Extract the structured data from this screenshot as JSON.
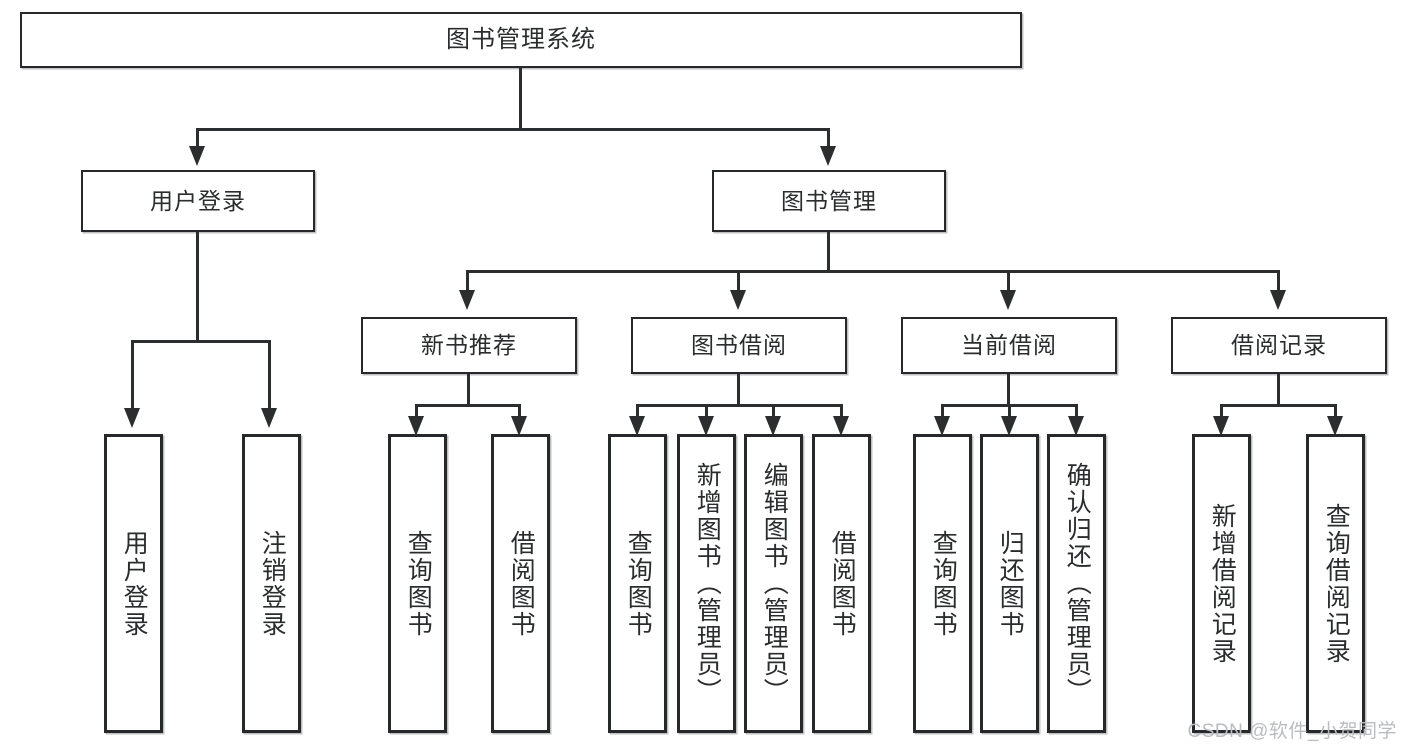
{
  "diagram": {
    "type": "tree",
    "title": "图书管理系统",
    "watermark": "CSDN @软件_小贺同学",
    "root": {
      "label": "图书管理系统"
    },
    "level2": [
      {
        "label": "用户登录"
      },
      {
        "label": "图书管理"
      }
    ],
    "level3": [
      {
        "label": "新书推荐"
      },
      {
        "label": "图书借阅"
      },
      {
        "label": "当前借阅"
      },
      {
        "label": "借阅记录"
      }
    ],
    "leaves": {
      "user_login": [
        {
          "label": "用户登录"
        },
        {
          "label": "注销登录"
        }
      ],
      "new_book_recommend": [
        {
          "label": "查询图书"
        },
        {
          "label": "借阅图书"
        }
      ],
      "book_borrow": [
        {
          "label": "查询图书"
        },
        {
          "label": "新增图书（管理员）"
        },
        {
          "label": "编辑图书（管理员）"
        },
        {
          "label": "借阅图书"
        }
      ],
      "current_borrow": [
        {
          "label": "查询图书"
        },
        {
          "label": "归还图书"
        },
        {
          "label": "确认归还（管理员）"
        }
      ],
      "borrow_record": [
        {
          "label": "新增借阅记录"
        },
        {
          "label": "查询借阅记录"
        }
      ]
    },
    "colors": {
      "stroke": "#26282b",
      "text": "#2a2c2e",
      "background": "#ffffff",
      "watermark": "#b9bcc0"
    }
  }
}
